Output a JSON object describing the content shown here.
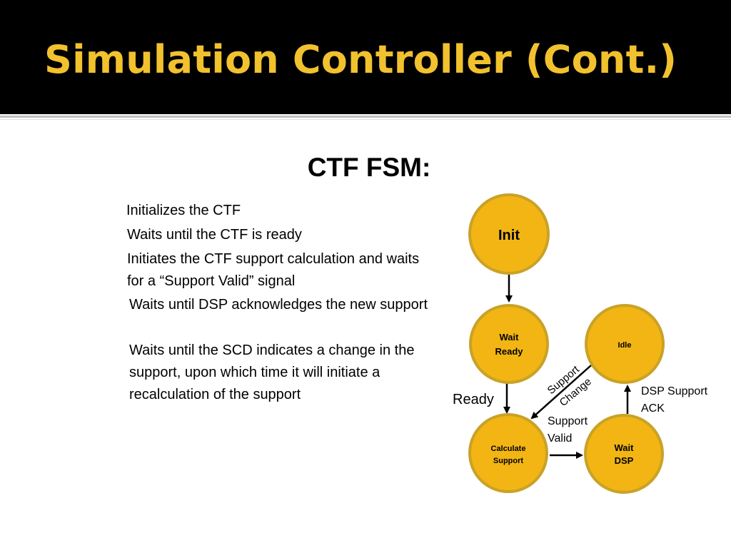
{
  "slide": {
    "title": "Simulation Controller (Cont.)",
    "subtitle": "CTF FSM:",
    "bullets": [
      "Initializes the CTF",
      "Waits until the CTF is ready",
      "Initiates the CTF support calculation and waits for a “Support Valid” signal",
      "Waits until DSP acknowledges the new support",
      "Waits until the SCD indicates a change in the support, upon which time it will initiate a recalculation of the support"
    ]
  },
  "fsm": {
    "colors": {
      "node_fill": "#f2b514",
      "node_stroke": "#c9a227",
      "arrow": "#000000"
    },
    "states": {
      "init": [
        "Init"
      ],
      "wait_ready": [
        "Wait",
        "Ready"
      ],
      "idle": [
        "Idle"
      ],
      "calculate_support": [
        "Calculate",
        "Support"
      ],
      "wait_dsp": [
        "Wait",
        "DSP"
      ]
    },
    "transitions": {
      "ready": "Ready",
      "support_change": [
        "Support",
        "Change"
      ],
      "support_valid": [
        "Support",
        "Valid"
      ],
      "dsp_support_ack": [
        "DSP Support",
        "ACK"
      ]
    }
  }
}
